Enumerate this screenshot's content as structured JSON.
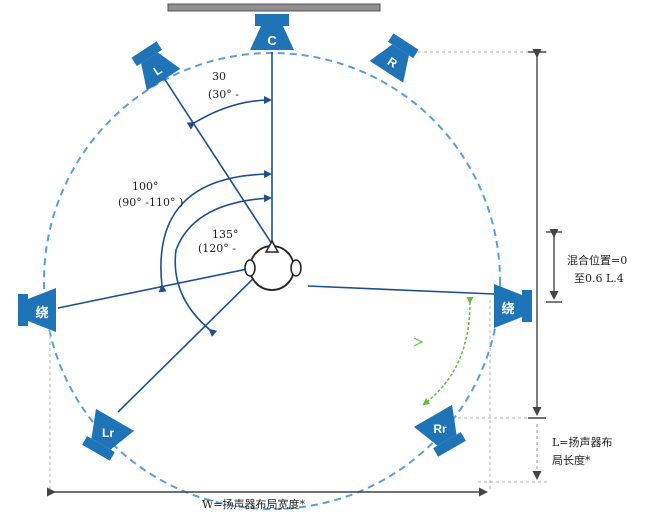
{
  "colors": {
    "speaker": "#1f73b7",
    "line": "#1d4f91",
    "dashed_circle": "#5aa0d6",
    "text": "#222222",
    "dimension": "#444444",
    "green_arc": "#6ab843",
    "screen": "#808080"
  },
  "speakers": {
    "center": "C",
    "front_left": "L",
    "front_right": "R",
    "side_left": "绕",
    "side_right": "绕",
    "rear_left": "Lr",
    "rear_right": "Rr"
  },
  "angles": {
    "a30_value": "30",
    "a30_range": "(30° -",
    "a100_value": "100°",
    "a100_range": "(90° -110° )",
    "a135_value": "135°",
    "a135_range": "(120° -"
  },
  "dimensions": {
    "mix_position_line1": "混合位置=0",
    "mix_position_line2": "至0.6 L.4",
    "length_line1": "L=扬声器布",
    "length_line2": "局长度*",
    "width": "W=扬声器布局宽度*"
  }
}
